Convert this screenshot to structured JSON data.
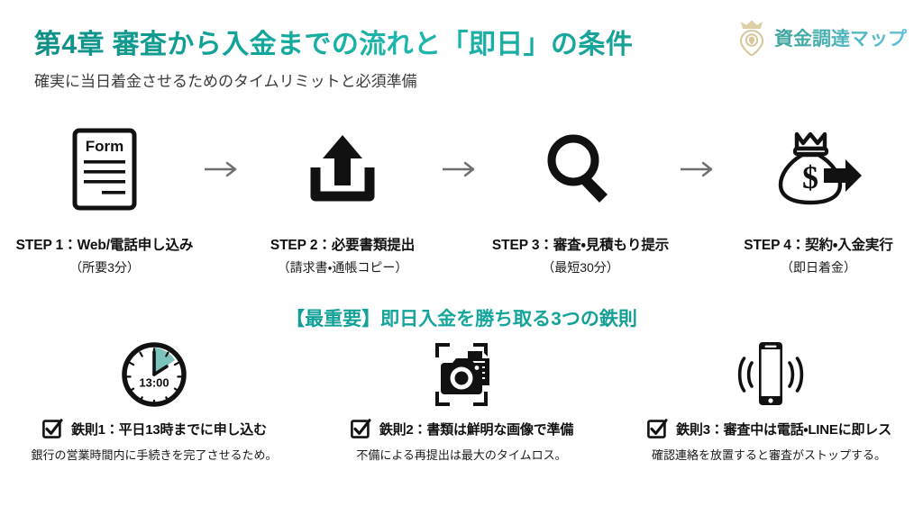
{
  "header": {
    "title": "第4章 審査から入金までの流れと「即日」の条件",
    "subtitle": "確実に当日着金させるためのタイムリミットと必須準備",
    "logo_text": "資金調達マップ",
    "logo_icon": "crown-pin-icon",
    "title_color": "#12a79a",
    "subtitle_color": "#3b3b3b",
    "logo_mark_color": "#d8c9a0"
  },
  "steps": [
    {
      "icon": "form-document-icon",
      "label": "STEP 1：Web/電話申し込み",
      "sub": "（所要3分）",
      "form_text": "Form"
    },
    {
      "icon": "upload-icon",
      "label": "STEP 2：必要書類提出",
      "sub": "（請求書・通帳コピー）"
    },
    {
      "icon": "magnifier-icon",
      "label": "STEP 3：審査・見積もり提示",
      "sub": "（最短30分）"
    },
    {
      "icon": "money-bag-arrow-icon",
      "label": "STEP 4：契約・入金実行",
      "sub": "（即日着金）",
      "currency_symbol": "$"
    }
  ],
  "arrow_icon": "arrow-right-icon",
  "arrow_color": "#6e6e6e",
  "rules_section": {
    "heading": "【最重要】即日入金を勝ち取る3つの鉄則",
    "heading_color": "#12a79a",
    "accent_color": "#7cc2bd",
    "rules": [
      {
        "icon": "clock-icon",
        "clock_time": "13:00",
        "check_icon": "checkbox-checked-icon",
        "title": "鉄則1：平日13時までに申し込む",
        "desc": "銀行の営業時間内に手続きを完了させるため。"
      },
      {
        "icon": "camera-document-icon",
        "check_icon": "checkbox-checked-icon",
        "title": "鉄則2：書類は鮮明な画像で準備",
        "desc": "不備による再提出は最大のタイムロス。"
      },
      {
        "icon": "vibrating-phone-icon",
        "check_icon": "checkbox-checked-icon",
        "title": "鉄則3：審査中は電話・LINEに即レス",
        "desc": "確認連絡を放置すると審査がストップする。"
      }
    ]
  }
}
